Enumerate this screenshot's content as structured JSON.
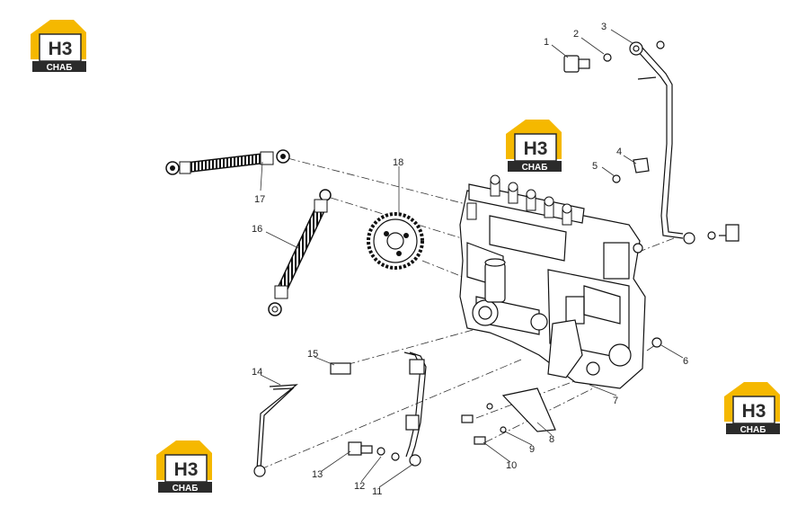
{
  "logo": {
    "mark": "H3",
    "caption": "СНАБ",
    "accent": "#f5b800",
    "dark": "#2b2b2b"
  },
  "callouts": [
    {
      "id": "1",
      "text": "1"
    },
    {
      "id": "2",
      "text": "2"
    },
    {
      "id": "3",
      "text": "3"
    },
    {
      "id": "4",
      "text": "4"
    },
    {
      "id": "5",
      "text": "5"
    },
    {
      "id": "6",
      "text": "6"
    },
    {
      "id": "7",
      "text": "7"
    },
    {
      "id": "8",
      "text": "8"
    },
    {
      "id": "9",
      "text": "9"
    },
    {
      "id": "10",
      "text": "10"
    },
    {
      "id": "11",
      "text": "11"
    },
    {
      "id": "12",
      "text": "12"
    },
    {
      "id": "13",
      "text": "13"
    },
    {
      "id": "14",
      "text": "14"
    },
    {
      "id": "15",
      "text": "15"
    },
    {
      "id": "16",
      "text": "16"
    },
    {
      "id": "17",
      "text": "17"
    },
    {
      "id": "18",
      "text": "18"
    }
  ]
}
